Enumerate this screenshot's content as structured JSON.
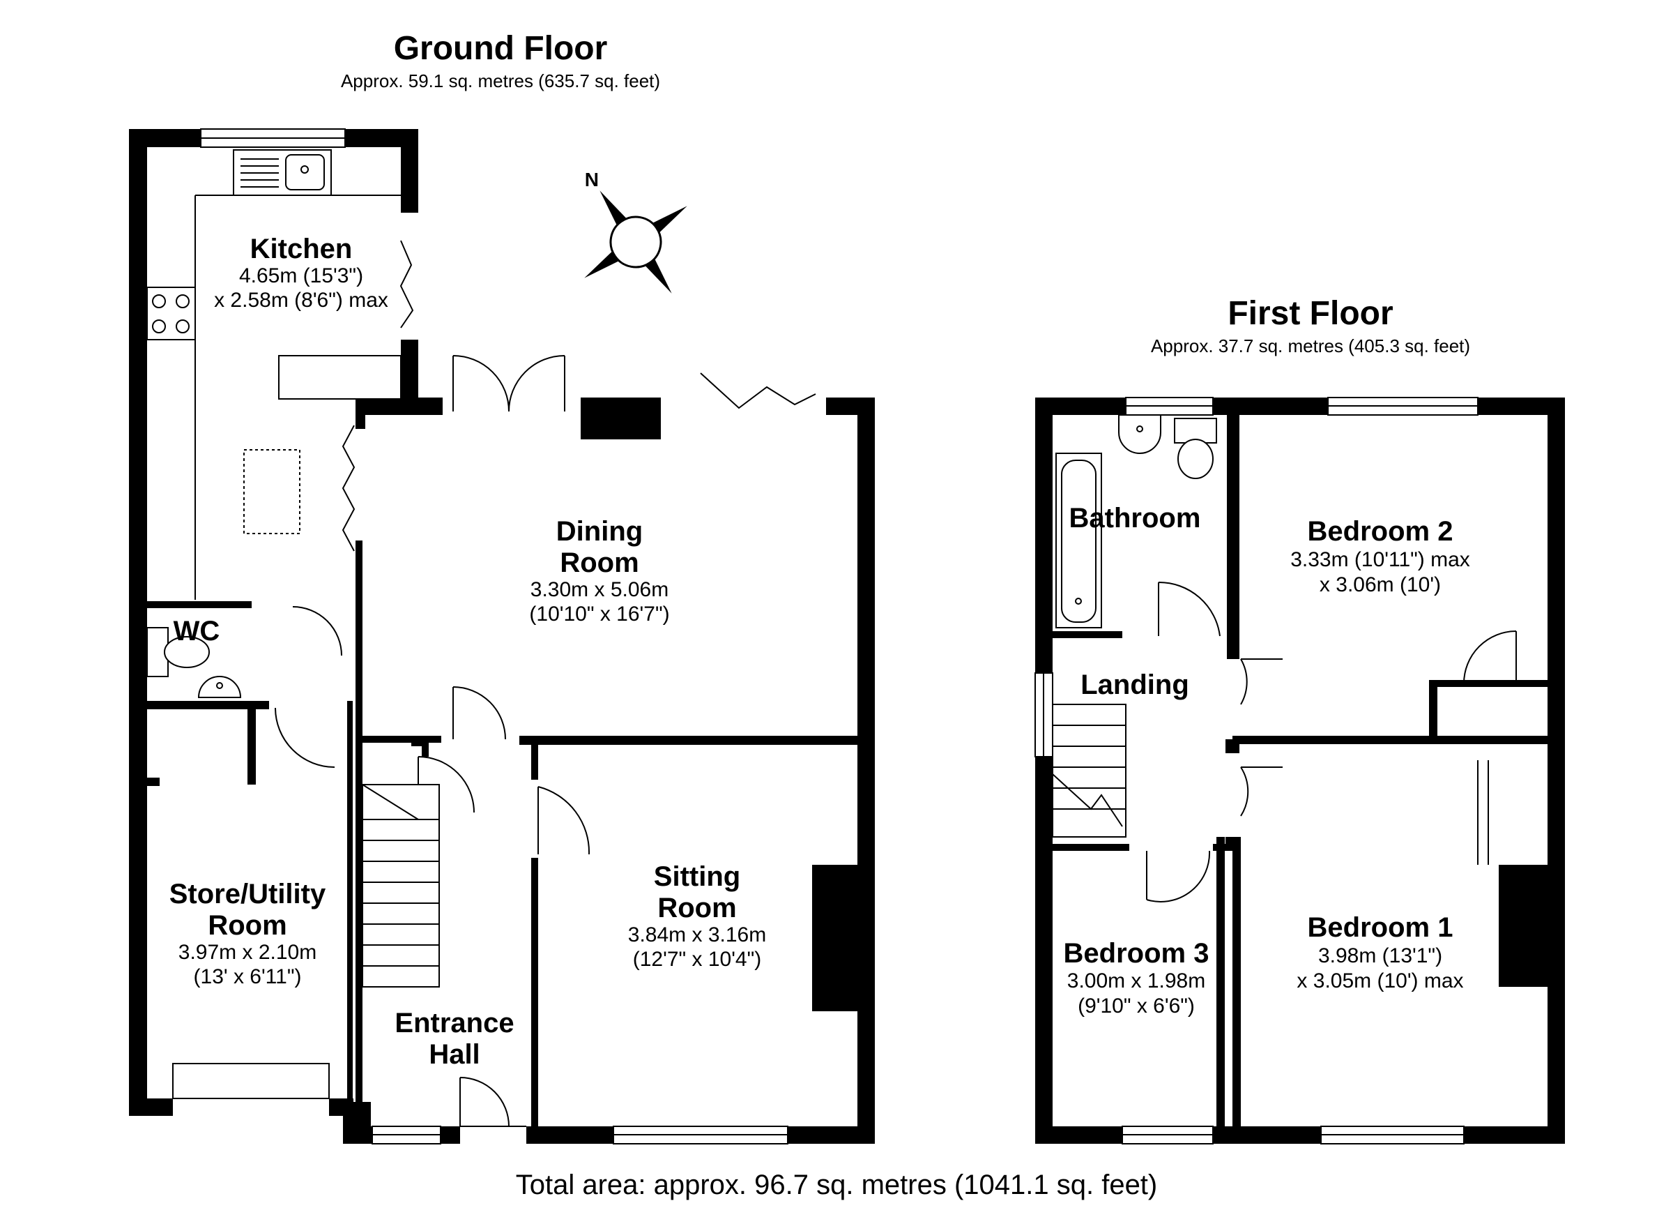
{
  "ground_floor": {
    "title": "Ground Floor",
    "area": "Approx. 59.1 sq. metres (635.7 sq. feet)",
    "rooms": {
      "kitchen": {
        "name": "Kitchen",
        "dim1": "4.65m (15'3\")",
        "dim2": "x 2.58m (8'6\") max"
      },
      "wc": {
        "name": "WC"
      },
      "dining": {
        "name1": "Dining",
        "name2": "Room",
        "dim1": "3.30m x 5.06m",
        "dim2": "(10'10\" x 16'7\")"
      },
      "store": {
        "name1": "Store/Utility",
        "name2": "Room",
        "dim1": "3.97m x 2.10m",
        "dim2": "(13' x 6'11\")"
      },
      "sitting": {
        "name1": "Sitting",
        "name2": "Room",
        "dim1": "3.84m x 3.16m",
        "dim2": "(12'7\" x 10'4\")"
      },
      "hall": {
        "name1": "Entrance",
        "name2": "Hall"
      }
    }
  },
  "first_floor": {
    "title": "First Floor",
    "area": "Approx. 37.7 sq. metres (405.3 sq. feet)",
    "rooms": {
      "bathroom": {
        "name": "Bathroom"
      },
      "bedroom2": {
        "name": "Bedroom 2",
        "dim1": "3.33m (10'11\") max",
        "dim2": "x 3.06m (10')"
      },
      "landing": {
        "name": "Landing"
      },
      "bedroom3": {
        "name": "Bedroom 3",
        "dim1": "3.00m x 1.98m",
        "dim2": "(9'10\" x 6'6\")"
      },
      "bedroom1": {
        "name": "Bedroom 1",
        "dim1": "3.98m (13'1\")",
        "dim2": "x 3.05m (10') max"
      }
    }
  },
  "compass": {
    "label": "N",
    "icon": "compass-rose-icon"
  },
  "total_area": "Total area: approx. 96.7 sq. metres (1041.1 sq. feet)"
}
